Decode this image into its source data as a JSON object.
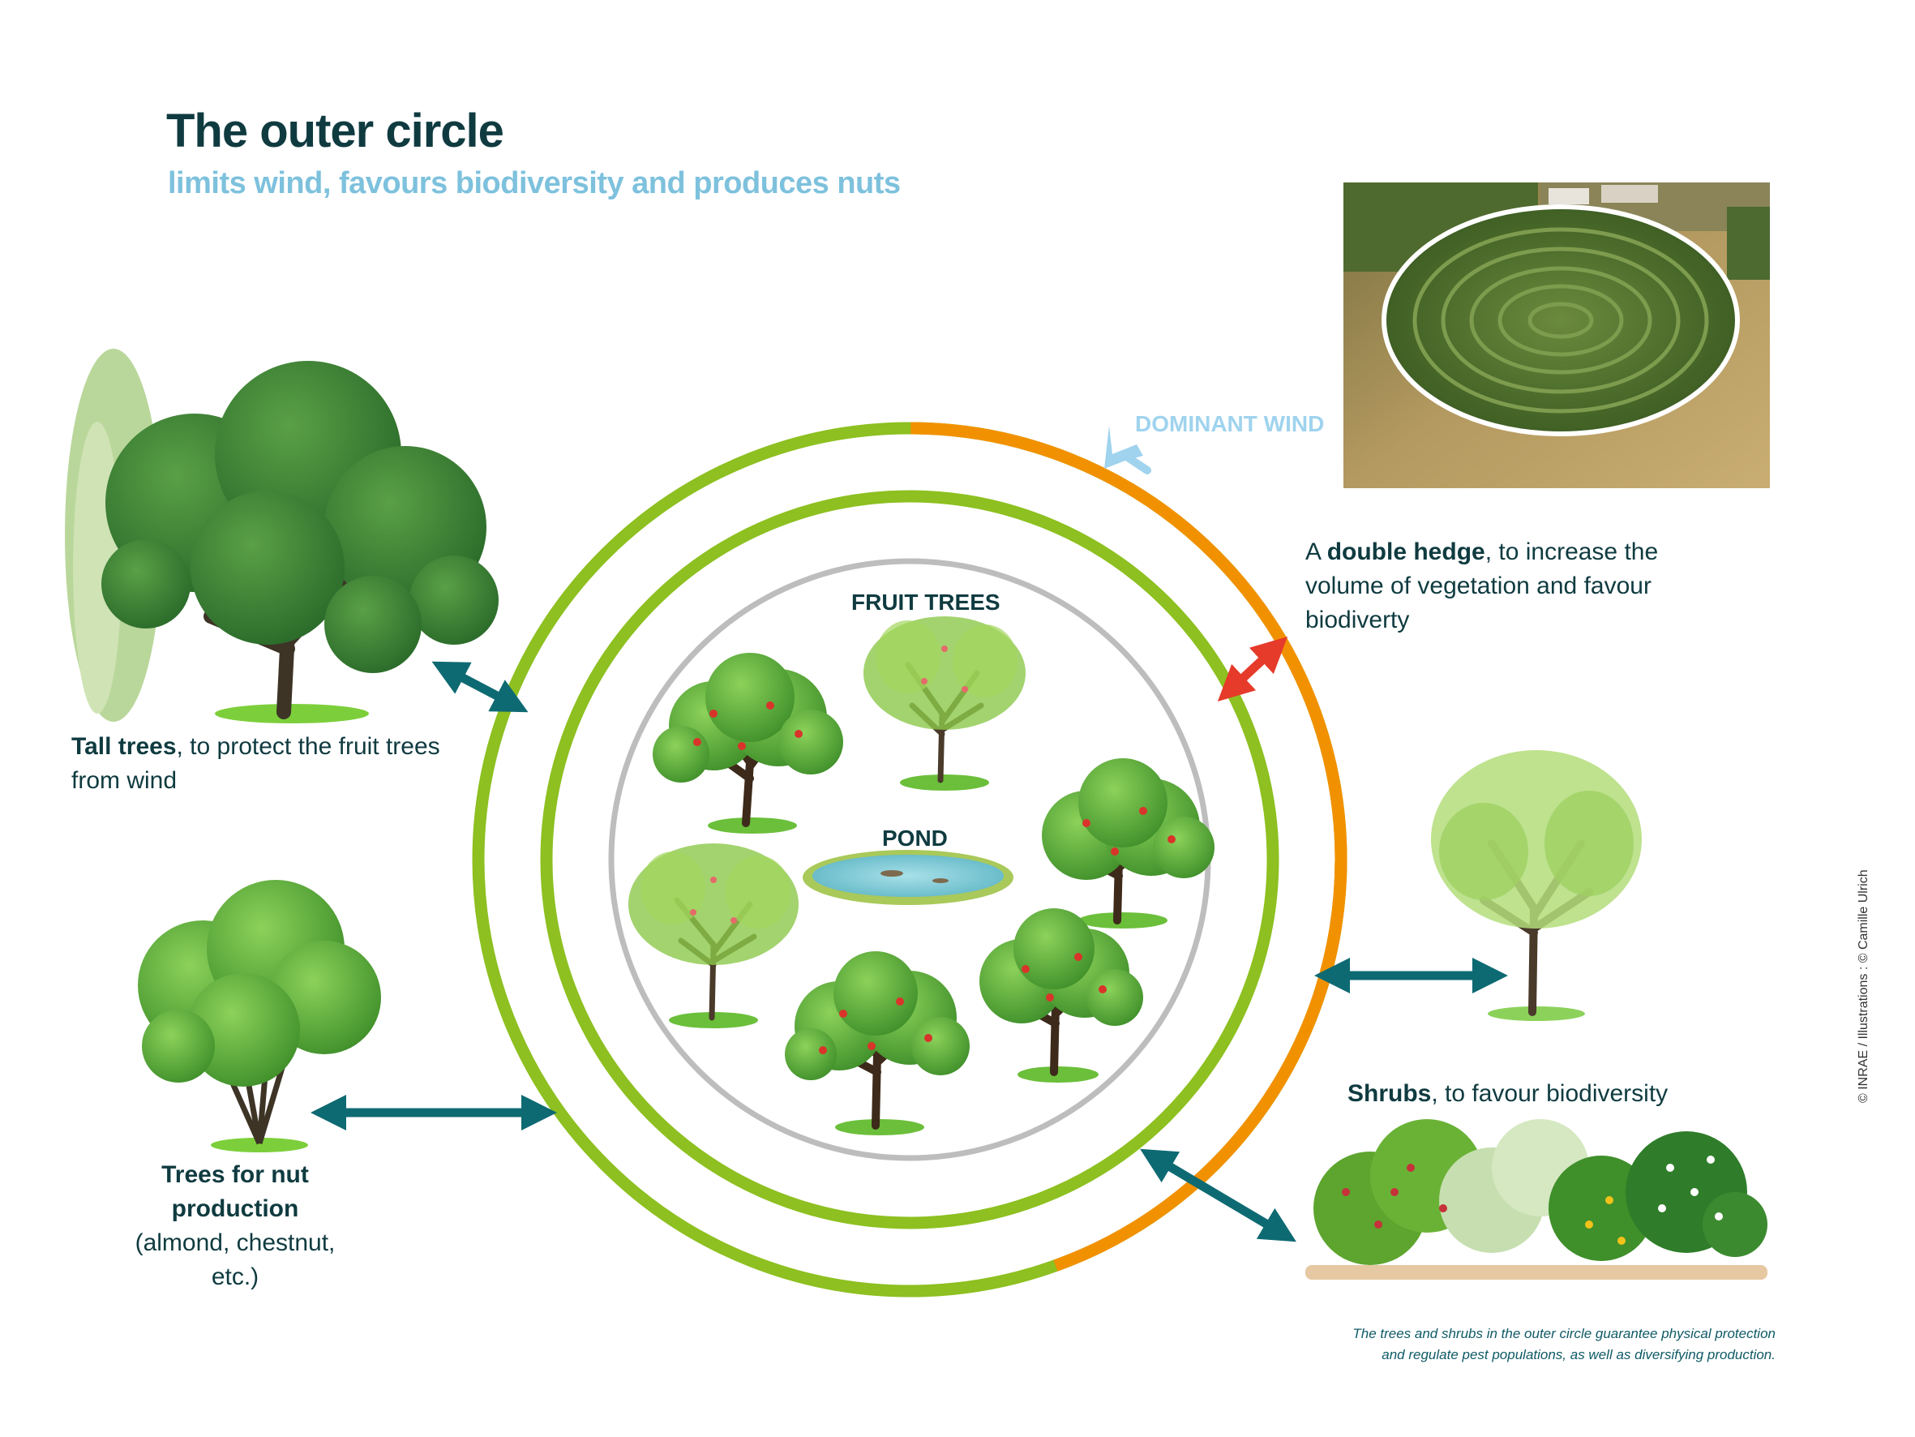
{
  "title": "The outer circle",
  "subtitle": "limits wind, favours biodiversity and produces nuts",
  "diagram": {
    "dominant_wind": "DOMINANT WIND",
    "fruit_trees": "FRUIT TREES",
    "pond": "POND"
  },
  "labels": {
    "tall_trees_bold": "Tall trees",
    "tall_trees_rest": ", to protect the fruit trees",
    "tall_trees_line2": "from wind",
    "nut_trees_line1": "Trees for nut production",
    "nut_trees_line2": "(almond, chestnut, etc.)",
    "double_hedge_pre": "A ",
    "double_hedge_bold": "double hedge",
    "double_hedge_rest": ", to increase the",
    "double_hedge_line2": "volume of vegetation and favour",
    "double_hedge_line3": "biodiverty",
    "shrubs_bold": "Shrubs",
    "shrubs_rest": ", to favour biodiversity"
  },
  "note_line1": "The trees and shrubs in the outer circle guarantee physical protection",
  "note_line2": "and regulate pest populations, as well as diversifying production.",
  "credit": "© INRAE / Illustrations : © Camille Ulrich",
  "colors": {
    "hedge_green": "#8dc020",
    "hedge_orange": "#f29100",
    "inner_circle_grey": "#bdbdbd",
    "arrow_teal": "#0e6a72",
    "arrow_red": "#e63a2a",
    "wind_blue": "#9fd3ee",
    "title_dark": "#0f3b40",
    "subtitle_blue": "#7dc1dd"
  },
  "icons": [
    "poplar-tree-icon",
    "oak-tree-icon",
    "hazel-bush-icon",
    "nut-tree-icon",
    "shrub-row-icon",
    "apple-tree-icon",
    "pear-tree-icon",
    "pond-icon"
  ]
}
